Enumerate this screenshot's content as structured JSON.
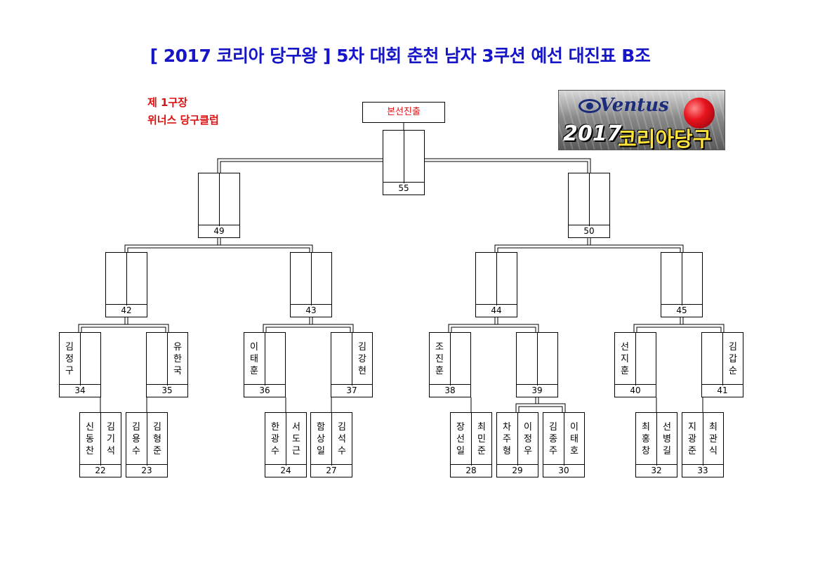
{
  "title": "[ 2017 코리아 당구왕 ] 5차 대회 춘천 남자 3쿠션 예선 대진표 B조",
  "venue": {
    "line1": "제 1구장",
    "line2": "위너스 당구클럽"
  },
  "banner": {
    "brand": "Ventus",
    "year": "2017",
    "subtitle": "코리아당구왕"
  },
  "final_label": "본선진출",
  "bracket": {
    "round1": [
      {
        "number": "22",
        "players": [
          "신동찬",
          "김기석"
        ]
      },
      {
        "number": "23",
        "players": [
          "김용수",
          "김형준"
        ]
      },
      {
        "number": "24",
        "players": [
          "한광수",
          "서도근"
        ]
      },
      {
        "number": "27",
        "players": [
          "함상일",
          "김석수"
        ]
      },
      {
        "number": "28",
        "players": [
          "장선일",
          "최민준"
        ]
      },
      {
        "number": "29",
        "players": [
          "차주형",
          "이정우"
        ]
      },
      {
        "number": "30",
        "players": [
          "김종주",
          "이태호"
        ]
      },
      {
        "number": "32",
        "players": [
          "최홍창",
          "선병길"
        ]
      },
      {
        "number": "33",
        "players": [
          "지광준",
          "최관식"
        ]
      }
    ],
    "round2": [
      {
        "number": "34",
        "seed": "김정구",
        "seed_side": "left"
      },
      {
        "number": "35",
        "seed": "유한국",
        "seed_side": "right"
      },
      {
        "number": "36",
        "seed": "이태훈",
        "seed_side": "left"
      },
      {
        "number": "37",
        "seed": "김강현",
        "seed_side": "right"
      },
      {
        "number": "38",
        "seed": "조진훈",
        "seed_side": "left"
      },
      {
        "number": "39",
        "seed": "",
        "seed_side": ""
      },
      {
        "number": "40",
        "seed": "선지훈",
        "seed_side": "left"
      },
      {
        "number": "41",
        "seed": "김갑순",
        "seed_side": "right"
      }
    ],
    "round3": [
      "42",
      "43",
      "44",
      "45"
    ],
    "round4": [
      "49",
      "50"
    ],
    "round5": [
      "55"
    ]
  },
  "colors": {
    "title": "#1616c8",
    "venue": "#dd1111",
    "final_label": "#dd1111"
  }
}
